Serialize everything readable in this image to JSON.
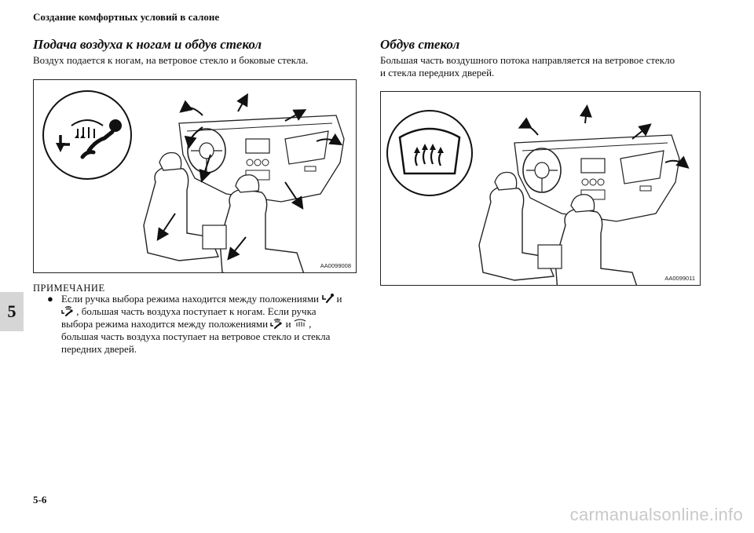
{
  "header": {
    "title": "Создание комфортных условий в салоне"
  },
  "chapter": {
    "number": "5"
  },
  "page": {
    "number": "5-6"
  },
  "left": {
    "heading": "Подача воздуха к ногам и обдув стекол",
    "intro": "Воздух подается к ногам, на ветровое стекло и боковые стекла.",
    "figure_code": "AA0099008",
    "figure_icon": "foot-and-defrost-mode-icon",
    "note_label": "ПРИМЕЧАНИЕ",
    "note_lines": {
      "l1a": "Если ручка выбора режима находится между положениями",
      "l1b": "и",
      "l2": ", большая часть воздуха поступает к ногам. Если ручка",
      "l3a": "выбора режима находится между положениями",
      "l3b": "и",
      "l3c": ",",
      "l4": "большая часть воздуха поступает на ветровое стекло и стекла",
      "l5": "передних дверей."
    }
  },
  "right": {
    "heading": "Обдув стекол",
    "intro_l1": "Большая часть воздушного потока направляется на ветровое стекло",
    "intro_l2": "и стекла передних дверей.",
    "figure_code": "AA0099011",
    "figure_icon": "windshield-defrost-icon"
  },
  "watermark": "carmanualsonline.info"
}
